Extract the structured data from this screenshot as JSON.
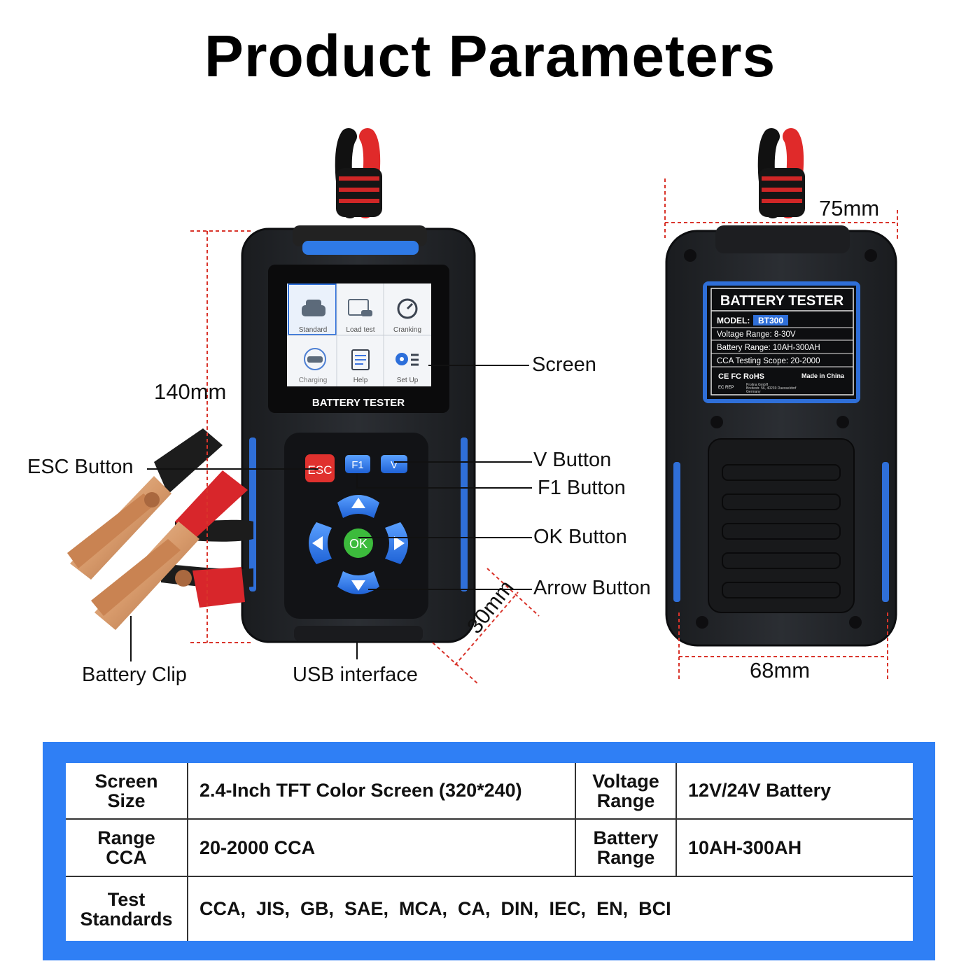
{
  "title": "Product Parameters",
  "device_front": {
    "screen_menu": [
      "Standard",
      "Load test",
      "Cranking",
      "Charging",
      "Help",
      "Set Up"
    ],
    "screen_caption": "BATTERY TESTER",
    "keys": {
      "esc": "ESC",
      "f1": "F1",
      "v": "V",
      "ok": "OK"
    }
  },
  "device_back": {
    "label_title": "BATTERY TESTER",
    "model_prefix": "MODEL:",
    "model_value": "BT300",
    "lines": [
      "Voltage Range: 8-30V",
      "Battery Range: 10AH-300AH",
      "CCA Testing Scope: 20-2000"
    ],
    "marks": "CE FC RoHS",
    "made_in": "Made in China",
    "ec_rep": "EC REP",
    "address": [
      "Prolina GmbH",
      "Breitestr. 56, 40239 Duesseldorf",
      "Germany"
    ]
  },
  "callouts": {
    "screen": "Screen",
    "v_button": "V Button",
    "f1_button": "F1 Button",
    "ok_button": "OK Button",
    "arrow_button": "Arrow Button",
    "esc_button": "ESC Button",
    "battery_clip": "Battery Clip",
    "usb_interface": "USB interface"
  },
  "dimensions": {
    "height": "140mm",
    "depth": "30mm",
    "top_width": "75mm",
    "bottom_width": "68mm"
  },
  "specs": [
    {
      "k1": [
        "Screen",
        "Size"
      ],
      "v1": "2.4-Inch TFT Color Screen (320*240)",
      "k2": [
        "Voltage",
        "Range"
      ],
      "v2": "12V/24V Battery"
    },
    {
      "k1": [
        "Range",
        "CCA"
      ],
      "v1": "20-2000 CCA",
      "k2": [
        "Battery",
        "Range"
      ],
      "v2": "10AH-300AH"
    },
    {
      "k1": [
        "Test",
        "Standards"
      ],
      "v1": "CCA,  JIS,  GB,  SAE,  MCA,  CA,  DIN,  IEC,  EN,  BCI"
    }
  ],
  "colors": {
    "accent_blue": "#2f7ff5",
    "device_blue": "#3a7ae0",
    "clip_red": "#d8262b",
    "ok_green": "#3cbb3c",
    "dim_line": "#d9342b"
  }
}
